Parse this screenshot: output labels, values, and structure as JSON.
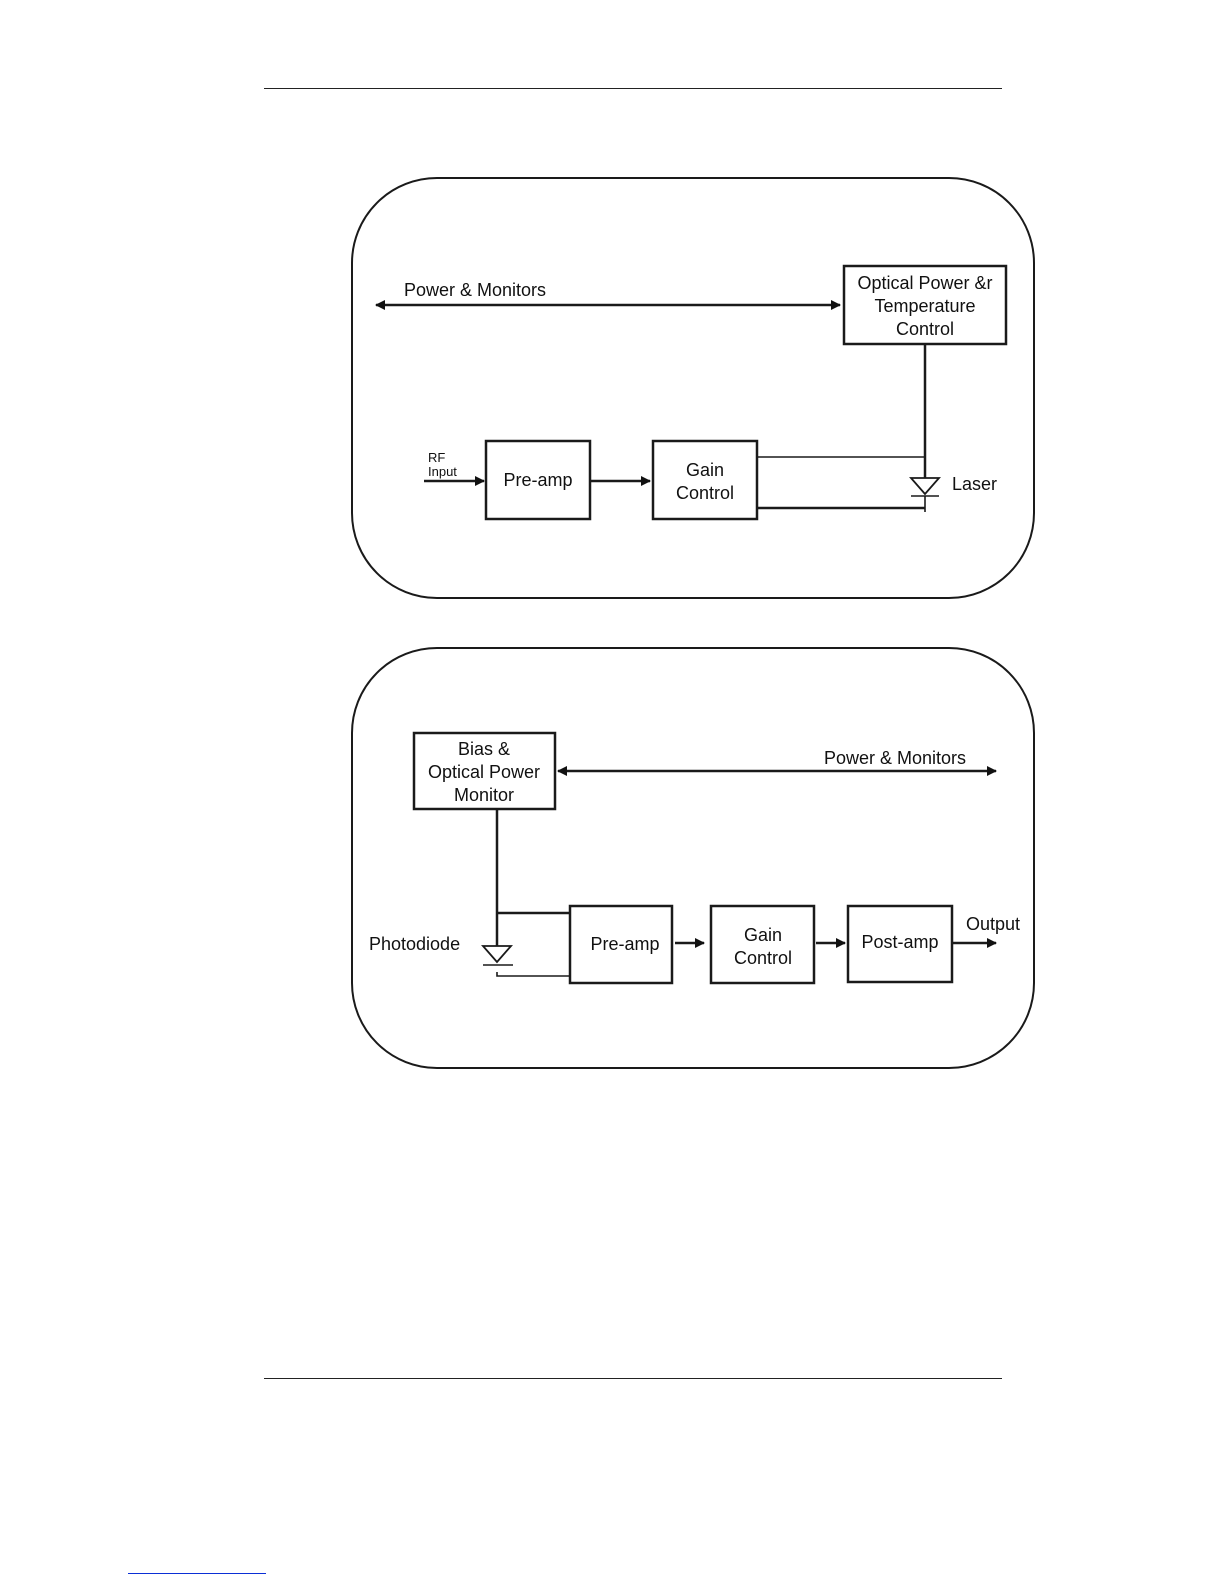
{
  "transmitter": {
    "power_monitors": "Power & Monitors",
    "optical_power_box": [
      "Optical Power &r",
      "Temperature",
      "Control"
    ],
    "rf_input": [
      "RF",
      "Input"
    ],
    "preamp": "Pre-amp",
    "gain_control": [
      "Gain",
      "Control"
    ],
    "laser": "Laser"
  },
  "receiver": {
    "bias_box": [
      "Bias &",
      "Optical Power",
      "Monitor"
    ],
    "power_monitors": "Power & Monitors",
    "photodiode": "Photodiode",
    "preamp": "Pre-amp",
    "gain_control": [
      "Gain",
      "Control"
    ],
    "postamp": "Post-amp",
    "output": "Output"
  }
}
